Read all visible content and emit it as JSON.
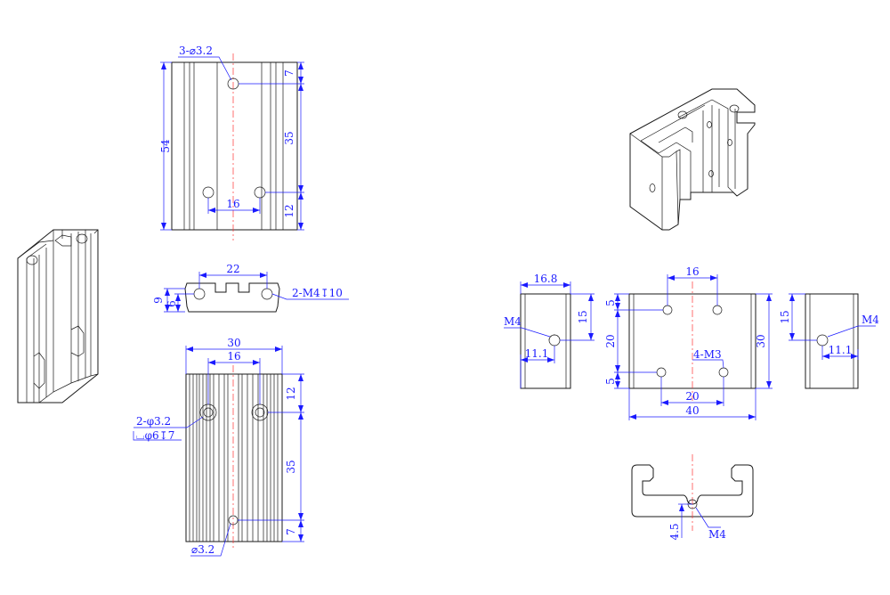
{
  "colors": {
    "outline": "#1a1a1a",
    "dimension": "#1a1aff",
    "centerline": "#ff3333",
    "background": "#ffffff"
  },
  "views": {
    "left_top": {
      "dim_54": "54",
      "dim_7": "7",
      "dim_35": "35",
      "dim_12": "12",
      "dim_16": "16",
      "note_hole": "3-⌀3.2"
    },
    "left_end": {
      "dim_22": "22",
      "dim_9": "9",
      "dim_6": "6",
      "note_thread": "2-M4↧10"
    },
    "left_bottom": {
      "dim_30": "30",
      "dim_16": "16",
      "dim_12": "12",
      "dim_35": "35",
      "dim_7": "7",
      "note_hole": "2-φ3.2",
      "note_cbore": "⌴φ6↧7",
      "note_bottom_hole": "⌀3.2"
    },
    "right_side_left": {
      "dim_16_8": "16.8",
      "dim_15": "15",
      "dim_11_1": "11.1",
      "note_m4": "M4"
    },
    "right_front": {
      "dim_16": "16",
      "dim_5_top": "5",
      "dim_20_vert": "20",
      "dim_5_bottom": "5",
      "dim_30": "30",
      "note_m3": "4-M3",
      "dim_20": "20",
      "dim_40": "40"
    },
    "right_side_right": {
      "dim_15": "15",
      "note_m4": "M4",
      "dim_11_1": "11.1"
    },
    "right_bottom": {
      "dim_4_5": "4.5",
      "note_m4": "M4"
    }
  }
}
